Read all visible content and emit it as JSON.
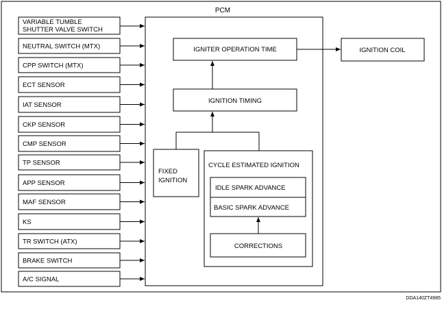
{
  "frame": {
    "pcm_label": "PCM",
    "figure_code": "DDA140ZT4985"
  },
  "inputs": [
    {
      "line1": "VARIABLE TUMBLE",
      "line2": "SHUTTER VALVE SWITCH"
    },
    {
      "line1": "NEUTRAL SWITCH (MTX)"
    },
    {
      "line1": "CPP SWITCH (MTX)"
    },
    {
      "line1": "ECT SENSOR"
    },
    {
      "line1": "IAT SENSOR"
    },
    {
      "line1": "CKP SENSOR"
    },
    {
      "line1": "CMP SENSOR"
    },
    {
      "line1": "TP SENSOR"
    },
    {
      "line1": "APP SENSOR"
    },
    {
      "line1": "MAF SENSOR"
    },
    {
      "line1": "KS"
    },
    {
      "line1": "TR SWITCH (ATX)"
    },
    {
      "line1": "BRAKE SWITCH"
    },
    {
      "line1": "A/C SIGNAL"
    }
  ],
  "pcm": {
    "igniter_operation_time": "IGNITER OPERATION TIME",
    "ignition_timing": "IGNITION TIMING",
    "fixed_ignition": {
      "line1": "FIXED",
      "line2": "IGNITION"
    },
    "cycle_estimated_ignition": "CYCLE ESTIMATED IGNITION",
    "idle_spark_advance": "IDLE SPARK ADVANCE",
    "basic_spark_advance": "BASIC SPARK ADVANCE",
    "corrections": "CORRECTIONS"
  },
  "outputs": {
    "ignition_coil": "IGNITION COIL"
  }
}
